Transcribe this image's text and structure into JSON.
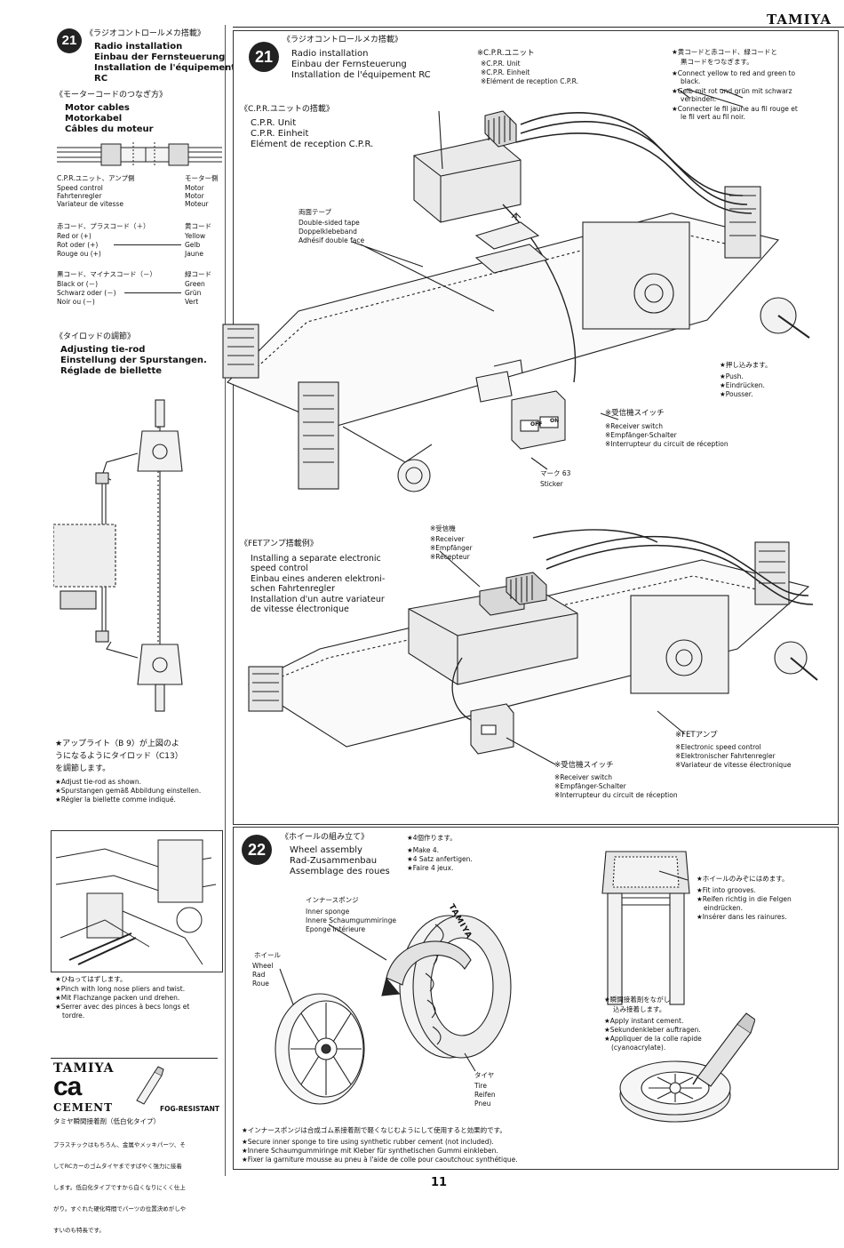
{
  "header": {
    "brand": "TAMIYA"
  },
  "side": {
    "radio": {
      "step": "21",
      "ja": "《ラジオコントロールメカ搭載》",
      "en": "Radio installation",
      "de": "Einbau der Fernsteuerung",
      "fr": "Installation de l'équipement",
      "fr2": "RC"
    },
    "motor_cables": {
      "ja": "《モーターコードのつなぎ方》",
      "en": "Motor cables",
      "de": "Motorkabel",
      "fr": "Câbles du moteur",
      "left_ja": "C.P.R.ユニット、アンプ側",
      "left_en": "Speed control",
      "left_de": "Fahrtenregler",
      "left_fr": "Variateur de vitesse",
      "right_ja": "モーター側",
      "right_en": "Motor",
      "right_de": "Motor",
      "right_fr": "Moteur",
      "red_ja": "赤コード、プラスコード（＋）",
      "red_en": "Red or (+)",
      "red_de": "Rot oder (+)",
      "red_fr": "Rouge ou (+)",
      "yellow_ja": "黄コード",
      "yellow_en": "Yellow",
      "yellow_de": "Gelb",
      "yellow_fr": "Jaune",
      "black_ja": "黒コード、マイナスコード（－）",
      "black_en": "Black or (－)",
      "black_de": "Schwarz oder (－)",
      "black_fr": "Noir ou (－)",
      "green_ja": "緑コード",
      "green_en": "Green",
      "green_de": "Grün",
      "green_fr": "Vert"
    },
    "tierod": {
      "ja": "《タイロッドの調節》",
      "en": "Adjusting tie-rod",
      "de": "Einstellung der Spurstangen.",
      "fr": "Réglade de biellette",
      "note_ja1": "★アップライト（B 9）が上図のよ",
      "note_ja2": "うになるようにタイロッド（C13）",
      "note_ja3": "を調節します。",
      "note_en": "★Adjust tie-rod as shown.",
      "note_de": "★Spurstangen gemäß Abbildung einstellen.",
      "note_fr": "★Régler la biellette comme indiqué."
    },
    "pinch": {
      "ja": "★ひねってはずします。",
      "en": "★Pinch with long nose pliers and twist.",
      "de": "★Mit Flachzange packen und drehen.",
      "fr1": "★Serrer avec des pinces à becs longs et",
      "fr2": "tordre."
    },
    "cement": {
      "brand": "TAMIYA",
      "big": "ca",
      "word": "CEMENT",
      "fog": "FOG-RESISTANT",
      "title_ja": "タミヤ瞬間接着剤（低白化タイプ）",
      "l1": "プラスチックはもちろん、金属やメッキパーツ、そ",
      "l2": "してRCカーのゴムタイヤまですばやく強力に接着",
      "l3": "します。低白化タイプですから白くなりにくく仕上",
      "l4": "がり。すぐれた硬化時間でパーツの位置決めがしや",
      "l5": "すいのも特長です。"
    }
  },
  "step21": {
    "step": "21",
    "ja": "《ラジオコントロールメカ搭載》",
    "en": "Radio installation",
    "de": "Einbau der Fernsteuerung",
    "fr": "Installation de l'équipement RC",
    "cpr_ja": "《C.P.R.ユニットの搭載》",
    "cpr_en": "C.P.R. Unit",
    "cpr_de": "C.P.R. Einheit",
    "cpr_fr": "Elément de reception C.P.R.",
    "unit_ja": "※C.P.R.ユニット",
    "unit_en": "※C.P.R. Unit",
    "unit_de": "※C.P.R. Einheit",
    "unit_fr": "※Elément de reception C.P.R.",
    "conn_ja1": "★黄コードと赤コード、緑コードと",
    "conn_ja2": "黒コードをつなぎます。",
    "conn_en1": "★Connect yellow to red and green to",
    "conn_en2": "black.",
    "conn_de1": "★Gelb mit rot und grün mit schwarz",
    "conn_de2": "verbinden.",
    "conn_fr1": "★Connecter le fil jaune au fil rouge et",
    "conn_fr2": "le fil vert au fil noir.",
    "tape_ja": "両面テープ",
    "tape_en": "Double-sided tape",
    "tape_de": "Doppelklebeband",
    "tape_fr": "Adhésif double face",
    "push_ja": "★押し込みます。",
    "push_en": "★Push.",
    "push_de": "★Eindrücken.",
    "push_fr": "★Pousser.",
    "switch_ja": "※受信機スイッチ",
    "switch_en": "※Receiver switch",
    "switch_de": "※Empfänger-Schalter",
    "switch_fr": "※Interrupteur du circuit de réception",
    "sticker_ja": "マーク 63",
    "sticker_en": "Sticker",
    "switch_off": "OFF",
    "switch_on": "ON"
  },
  "fet": {
    "ja": "《FETアンプ搭載例》",
    "en1": "Installing a separate electronic",
    "en2": "speed control",
    "de1": "Einbau eines anderen elektroni-",
    "de2": "schen Fahrtenregler",
    "fr1": "Installation d'un autre variateur",
    "fr2": "de vitesse électronique",
    "rx_ja": "※受信機",
    "rx_en": "※Receiver",
    "rx_de": "※Empfänger",
    "rx_fr": "※Récepteur",
    "esc_ja": "※FETアンプ",
    "esc_en": "※Electronic speed control",
    "esc_de": "※Elektronischer Fahrtenregler",
    "esc_fr": "※Variateur de vitesse électronique",
    "sw_ja": "※受信機スイッチ",
    "sw_en": "※Receiver switch",
    "sw_de": "※Empfänger-Schalter",
    "sw_fr": "※Interrupteur du circuit de réception"
  },
  "step22": {
    "step": "22",
    "ja": "《ホイールの組み立て》",
    "en": "Wheel assembly",
    "de": "Rad-Zusammenbau",
    "fr": "Assemblage des roues",
    "make_ja": "★4個作ります。",
    "make_en": "★Make 4.",
    "make_de": "★4 Satz anfertigen.",
    "make_fr": "★Faire 4 jeux.",
    "sponge_ja": "インナースポンジ",
    "sponge_en": "Inner sponge",
    "sponge_de": "Innere Schaumgummiringe",
    "sponge_fr": "Eponge intérieure",
    "wheel_ja": "ホイール",
    "wheel_en": "Wheel",
    "wheel_de": "Rad",
    "wheel_fr": "Roue",
    "tire_ja": "タイヤ",
    "tire_en": "Tire",
    "tire_de": "Reifen",
    "tire_fr": "Pneu",
    "tire_brand": "TAMIYA",
    "groove_ja": "★ホイールのみぞにはめます。",
    "groove_en": "★Fit into grooves.",
    "groove_de1": "★Reifen richtig in die Felgen",
    "groove_de2": "eindrücken.",
    "groove_fr": "★Insérer dans les rainures.",
    "cement_ja1": "★瞬間接着剤をながし",
    "cement_ja2": "込み接着します。",
    "cement_en": "★Apply instant cement.",
    "cement_de": "★Sekundenkleber auftragen.",
    "cement_fr1": "★Appliquer de la colle rapide",
    "cement_fr2": "(cyanoacrylate).",
    "note_ja": "★インナースポンジは合成ゴム系接着剤で軽くなじむようにして使用すると効果的です。",
    "note_en": "★Secure inner sponge to tire using synthetic rubber cement (not included).",
    "note_de": "★Innere Schaumgummiringe mit Kleber für synthetischen Gummi einkleben.",
    "note_fr": "★Fixer la garniture mousse au pneu à l'aide de colle pour caoutchouc synthétique."
  },
  "footer": {
    "page": "11"
  }
}
